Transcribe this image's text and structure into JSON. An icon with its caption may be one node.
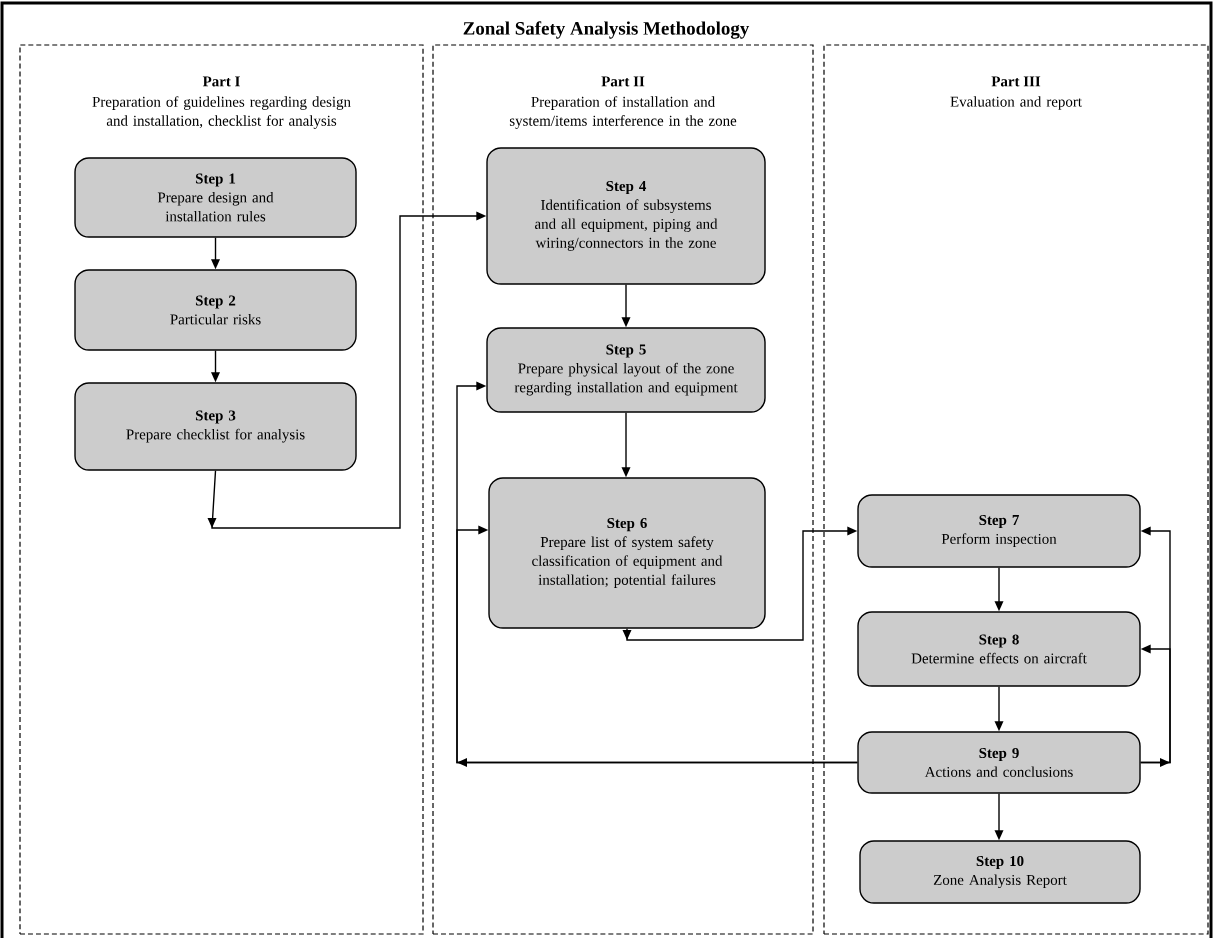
{
  "diagram": {
    "title": "Zonal Safety Analysis Methodology",
    "nodes": [
      {
        "text": [
          "Part I",
          "Preparation of guidelines regarding design and installation, checklist for analysis"
        ]
      },
      {
        "text": [
          "Step 1",
          "Prepare design and installation rules"
        ],
        "in": 0
      },
      {
        "text": [
          "Step 2",
          "Particular risks"
        ],
        "in": 0
      },
      {
        "text": [
          "Step 3",
          "Prepare checklist for analysis"
        ],
        "in": 0
      },
      {
        "text": [
          "Part II",
          "Preparation of installation and system/items interference in the zone"
        ]
      },
      {
        "text": [
          "Step 4",
          "Identification of subsystems and all equipment, piping and wiring/connectors in the zone"
        ],
        "in": 4
      },
      {
        "text": [
          "Step 5",
          "Prepare physical layout of the zone regarding installation and equipment"
        ],
        "in": 4
      },
      {
        "text": [
          "Step 6",
          "Prepare list of system safety classification of equipment and installation; potential failures"
        ],
        "in": 4
      },
      {
        "text": [
          "Part III",
          "Evaluation and report"
        ]
      },
      {
        "text": [
          "Step 7",
          "Perform inspection"
        ],
        "in": 8
      },
      {
        "text": [
          "Step 8",
          "Determine effects on aircraft"
        ],
        "in": 8
      },
      {
        "text": [
          "Step 9",
          "Actions and conclusions"
        ],
        "in": 8
      },
      {
        "text": [
          "Step 10",
          "Zone Analysis Report"
        ],
        "in": 8
      }
    ],
    "edges": [
      {
        "from": 1,
        "to": 2,
        "arrow": "to"
      },
      {
        "from": 2,
        "to": 3,
        "arrow": "to"
      },
      {
        "from": 3,
        "to": 5,
        "arrow": "to"
      },
      {
        "from": 5,
        "to": 6,
        "arrow": "to"
      },
      {
        "from": 6,
        "to": 7,
        "arrow": "to"
      },
      {
        "from": 7,
        "to": 9,
        "arrow": "to"
      },
      {
        "from": 9,
        "to": 10,
        "arrow": "to"
      },
      {
        "from": 10,
        "to": 11,
        "arrow": "to"
      },
      {
        "from": 11,
        "to": 12,
        "arrow": "to"
      },
      {
        "from": 11,
        "to": 9,
        "arrow": "to"
      },
      {
        "from": 11,
        "to": 10,
        "arrow": "to"
      },
      {
        "from": 11,
        "to": 6,
        "arrow": "to"
      },
      {
        "from": 11,
        "to": 7,
        "arrow": "to"
      }
    ]
  }
}
